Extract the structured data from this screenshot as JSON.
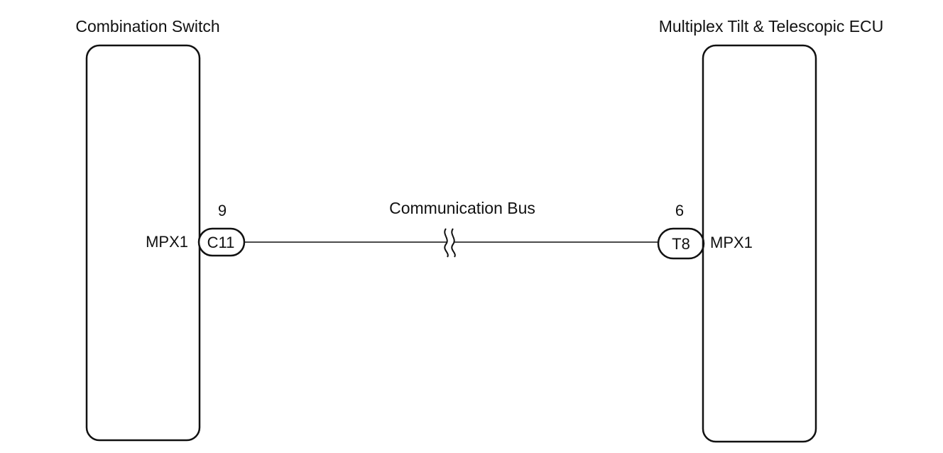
{
  "left_component": {
    "name": "Combination Switch",
    "terminal_name": "MPX1",
    "connector": "C11",
    "pin": "9"
  },
  "right_component": {
    "name": "Multiplex Tilt & Telescopic ECU",
    "terminal_name": "MPX1",
    "connector": "T8",
    "pin": "6"
  },
  "wire": {
    "label": "Communication Bus",
    "break_symbol": "wire-break-icon"
  },
  "colors": {
    "line": "#111111",
    "background": "#ffffff"
  }
}
